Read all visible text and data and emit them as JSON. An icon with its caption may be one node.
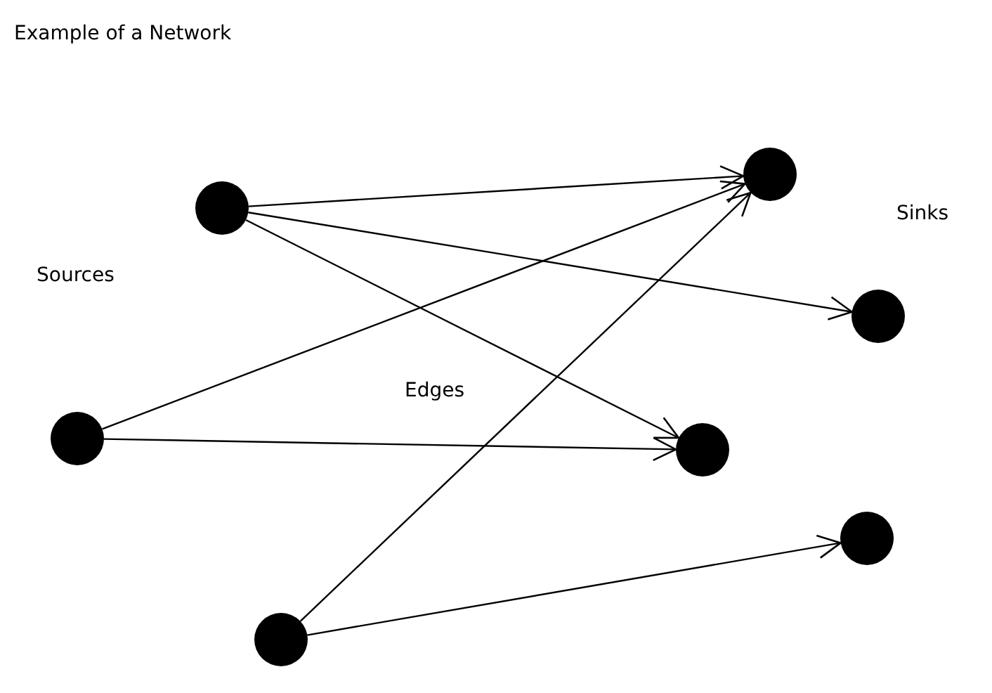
{
  "diagram": {
    "title": "Example of a Network",
    "nodes": [
      {
        "text": [],
        "shape": "circle"
      },
      {
        "text": [],
        "shape": "circle"
      },
      {
        "text": [],
        "shape": "circle"
      },
      {
        "text": [],
        "shape": "circle"
      },
      {
        "text": [],
        "shape": "circle"
      },
      {
        "text": [],
        "shape": "circle"
      },
      {
        "text": [],
        "shape": "circle"
      }
    ],
    "edges": [
      {
        "from": 1,
        "to": 4,
        "arrow": "to"
      },
      {
        "from": 1,
        "to": 6,
        "arrow": "to"
      },
      {
        "from": 1,
        "to": 3,
        "arrow": "to"
      },
      {
        "from": 0,
        "to": 4,
        "arrow": "to"
      },
      {
        "from": 0,
        "to": 3,
        "arrow": "to"
      },
      {
        "from": 2,
        "to": 4,
        "arrow": "to"
      },
      {
        "from": 2,
        "to": 5,
        "arrow": "to"
      }
    ],
    "labels": [
      "Sources",
      "Sinks",
      "Edges"
    ]
  }
}
